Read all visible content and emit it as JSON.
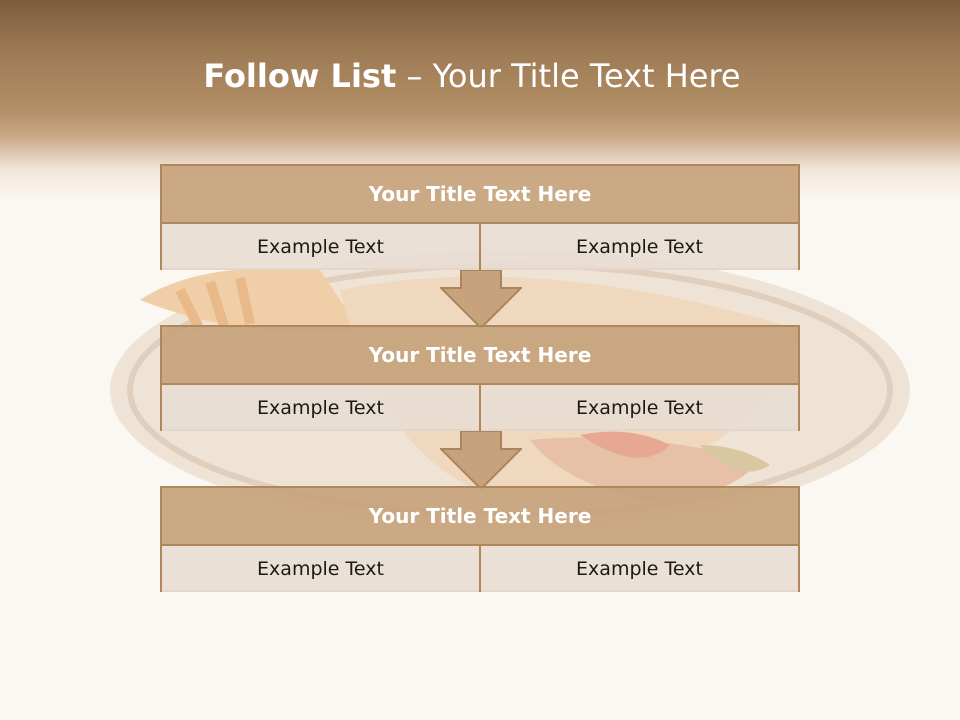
{
  "slide": {
    "title_bold": "Follow List",
    "title_rest": "– Your Title Text Here"
  },
  "blocks": [
    {
      "title": "Your Title Text Here",
      "left": "Example Text",
      "right": "Example Text"
    },
    {
      "title": "Your Title Text Here",
      "left": "Example Text",
      "right": "Example Text"
    },
    {
      "title": "Your Title Text Here",
      "left": "Example Text",
      "right": "Example Text"
    }
  ],
  "colors": {
    "header_dark": "#7a5c3c",
    "block_title_fill": "#c6a37c",
    "block_cell_fill": "#e8ddd4",
    "border": "#b0865c"
  }
}
